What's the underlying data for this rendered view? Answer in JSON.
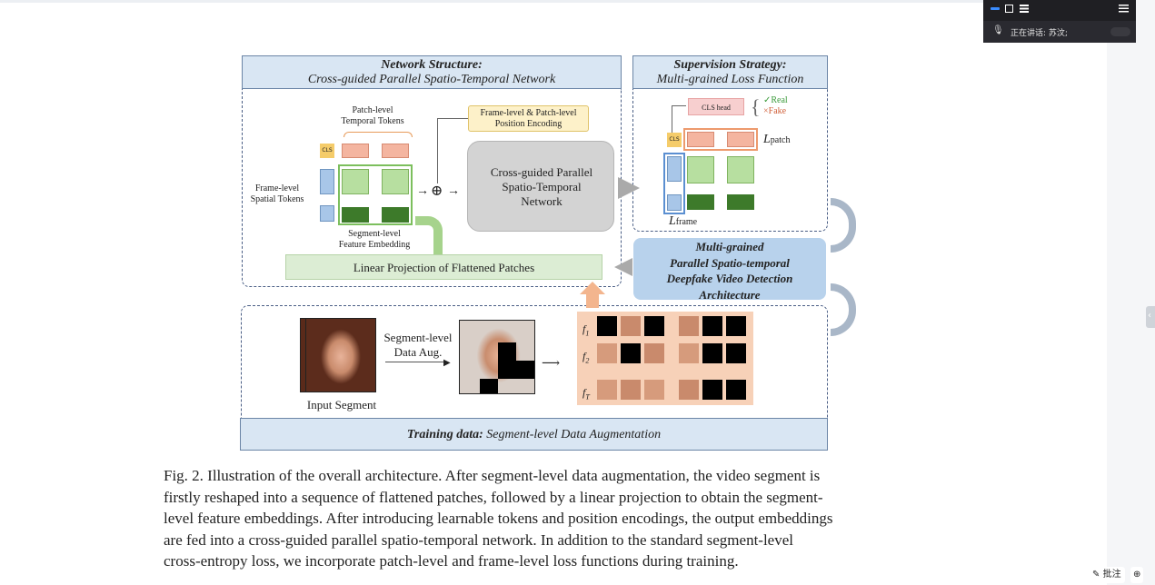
{
  "meeting": {
    "speaking_label": "正在讲话: 苏汶;",
    "icons": [
      "minimize-icon",
      "window-icon",
      "list-icon",
      "menu-icon",
      "mic-icon"
    ]
  },
  "figure": {
    "network_header_title": "Network Structure:",
    "network_header_subtitle": "Cross-guided Parallel Spatio-Temporal Network",
    "supervision_header_title": "Supervision Strategy:",
    "supervision_header_subtitle": "Multi-grained Loss Function",
    "patch_level_tokens": "Patch-level\nTemporal Tokens",
    "frame_patch_position": "Frame-level & Patch-level\nPosition Encoding",
    "frame_level_tokens": "Frame-level\nSpatial Tokens",
    "cls_label": "CLS",
    "segment_feature_embedding": "Segment-level\nFeature Embedding",
    "cross_guided_box": "Cross-guided Parallel\nSpatio-Temporal\nNetwork",
    "linear_projection": "Linear Projection of Flattened Patches",
    "cls_head": "CLS head",
    "real_label": "✓Real",
    "fake_label": "×Fake",
    "l_patch": "Lpatch",
    "l_frame": "Lframe",
    "architecture_title": "Multi-grained\nParallel Spatio-temporal\nDeepfake Video Detection\nArchitecture",
    "segment_data_aug": "Segment-level\nData Aug.",
    "input_segment": "Input Segment",
    "f1": "f1",
    "f2": "f2",
    "fT": "fT",
    "training_prefix": "Training data:",
    "training_suffix": "Segment-level Data Augmentation"
  },
  "caption_lines": [
    "Fig. 2.  Illustration of the overall architecture. After segment-level data augmentation, the video segment is",
    "firstly reshaped into a sequence of flattened patches, followed by a linear projection to obtain the segment-",
    "level feature embeddings. After introducing learnable tokens and position encodings, the output embeddings",
    "are fed into a cross-guided parallel spatio-temporal network. In addition to the standard segment-level",
    "cross-entropy loss, we incorporate patch-level and frame-level loss functions during training."
  ],
  "bottom_tools": {
    "annotate_label": "批注",
    "zoom_icon": "zoom-icon"
  }
}
